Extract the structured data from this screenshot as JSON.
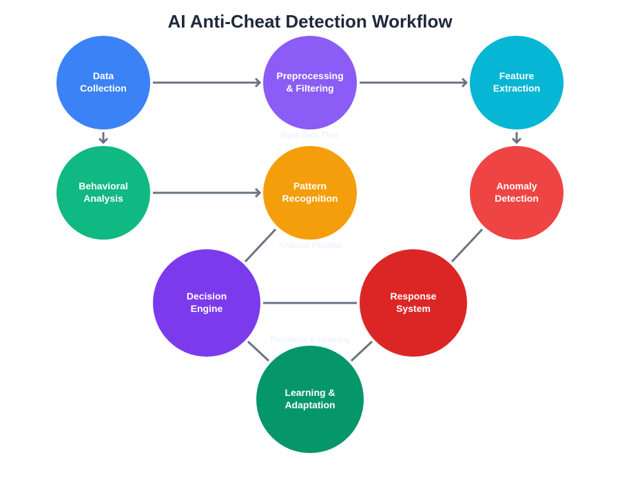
{
  "title": "AI Anti-Cheat Detection Workflow",
  "section_labels": {
    "input": "Input Data Flow",
    "analysis": "Analysis Pipeline",
    "response": "Response & Learning"
  },
  "nodes": [
    {
      "id": "data",
      "line1": "Data",
      "line2": "Collection",
      "color": "#3b82f6"
    },
    {
      "id": "pre",
      "line1": "Preprocessing",
      "line2": "& Filtering",
      "color": "#8b5cf6"
    },
    {
      "id": "feat",
      "line1": "Feature",
      "line2": "Extraction",
      "color": "#06b6d4"
    },
    {
      "id": "beh",
      "line1": "Behavioral",
      "line2": "Analysis",
      "color": "#10b981"
    },
    {
      "id": "pat",
      "line1": "Pattern",
      "line2": "Recognition",
      "color": "#f59e0b"
    },
    {
      "id": "anom",
      "line1": "Anomaly",
      "line2": "Detection",
      "color": "#ef4444"
    },
    {
      "id": "dec",
      "line1": "Decision",
      "line2": "Engine",
      "color": "#7c3aed"
    },
    {
      "id": "resp",
      "line1": "Response",
      "line2": "System",
      "color": "#dc2626"
    },
    {
      "id": "learn",
      "line1": "Learning &",
      "line2": "Adaptation",
      "color": "#059669"
    }
  ]
}
